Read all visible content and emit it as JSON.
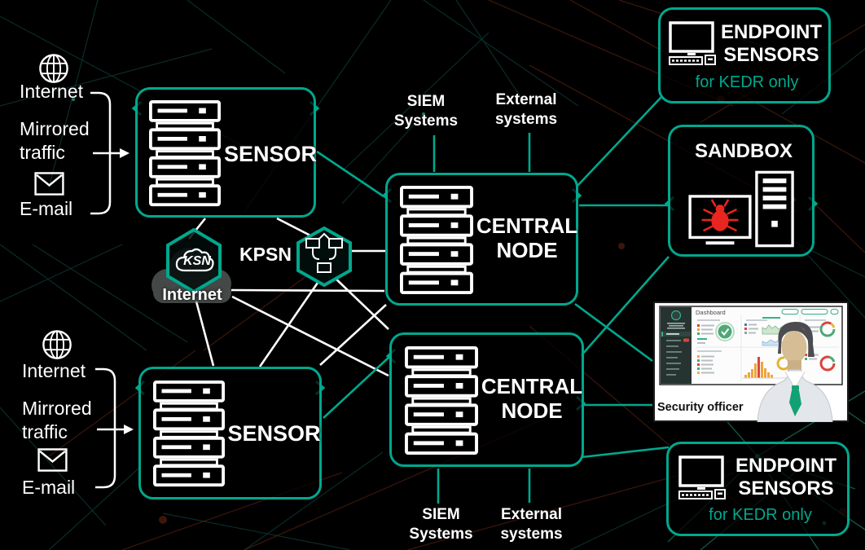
{
  "colors": {
    "accent": "#00a88e",
    "line_white": "#ffffff",
    "bug_red": "#e8251f",
    "background": "#000000"
  },
  "inputs_top": {
    "internet": "Internet",
    "mirrored": "Mirrored traffic",
    "email": "E-mail"
  },
  "inputs_bottom": {
    "internet": "Internet",
    "mirrored": "Mirrored traffic",
    "email": "E-mail"
  },
  "sensors": {
    "top": "SENSOR",
    "bottom": "SENSOR"
  },
  "ksn": {
    "label": "KSN",
    "caption": "Internet"
  },
  "kpsn": {
    "label": "KPSN"
  },
  "central_top": {
    "name": "CENTRAL NODE",
    "siem": "SIEM Systems",
    "external": "External systems"
  },
  "central_bottom": {
    "name": "CENTRAL NODE",
    "siem": "SIEM Systems",
    "external": "External systems"
  },
  "endpoint_top": {
    "name": "ENDPOINT SENSORS",
    "note": "for KEDR only"
  },
  "endpoint_bottom": {
    "name": "ENDPOINT SENSORS",
    "note": "for KEDR only"
  },
  "sandbox": {
    "name": "SANDBOX"
  },
  "officer": {
    "screen_title": "Dashboard",
    "caption": "Security officer"
  }
}
